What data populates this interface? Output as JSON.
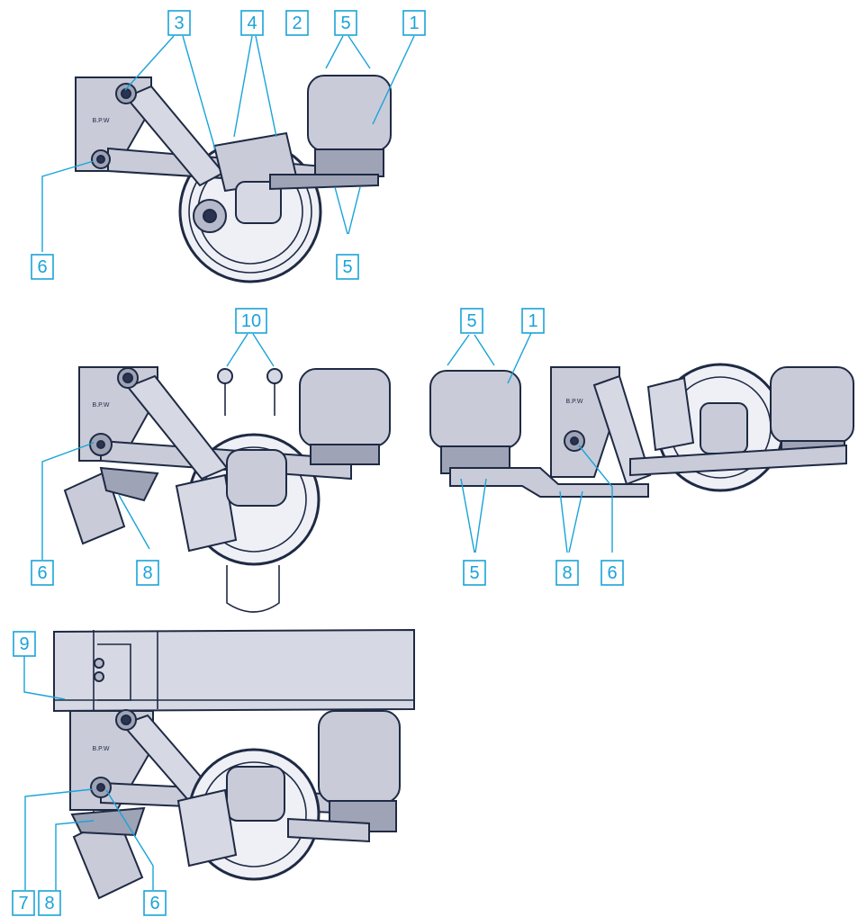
{
  "diagram": {
    "views": [
      "view-top",
      "view-middle-left",
      "view-middle-right",
      "view-bottom"
    ],
    "logo_text": "B.P.W",
    "accent_color": "#1aa3d9",
    "part_color": "#c9cbd8",
    "outline_color": "#1f2a44"
  },
  "callouts": {
    "top": {
      "c3": "3",
      "c4": "4",
      "c2": "2",
      "c5_upper": "5",
      "c1": "1",
      "c6": "6",
      "c5_lower": "5"
    },
    "middle_left": {
      "c10": "10",
      "c6": "6",
      "c8": "8"
    },
    "middle_right": {
      "c5_upper": "5",
      "c1": "1",
      "c5_lower": "5",
      "c8": "8",
      "c6": "6"
    },
    "bottom": {
      "c9": "9",
      "c7": "7",
      "c8": "8",
      "c6": "6"
    }
  }
}
